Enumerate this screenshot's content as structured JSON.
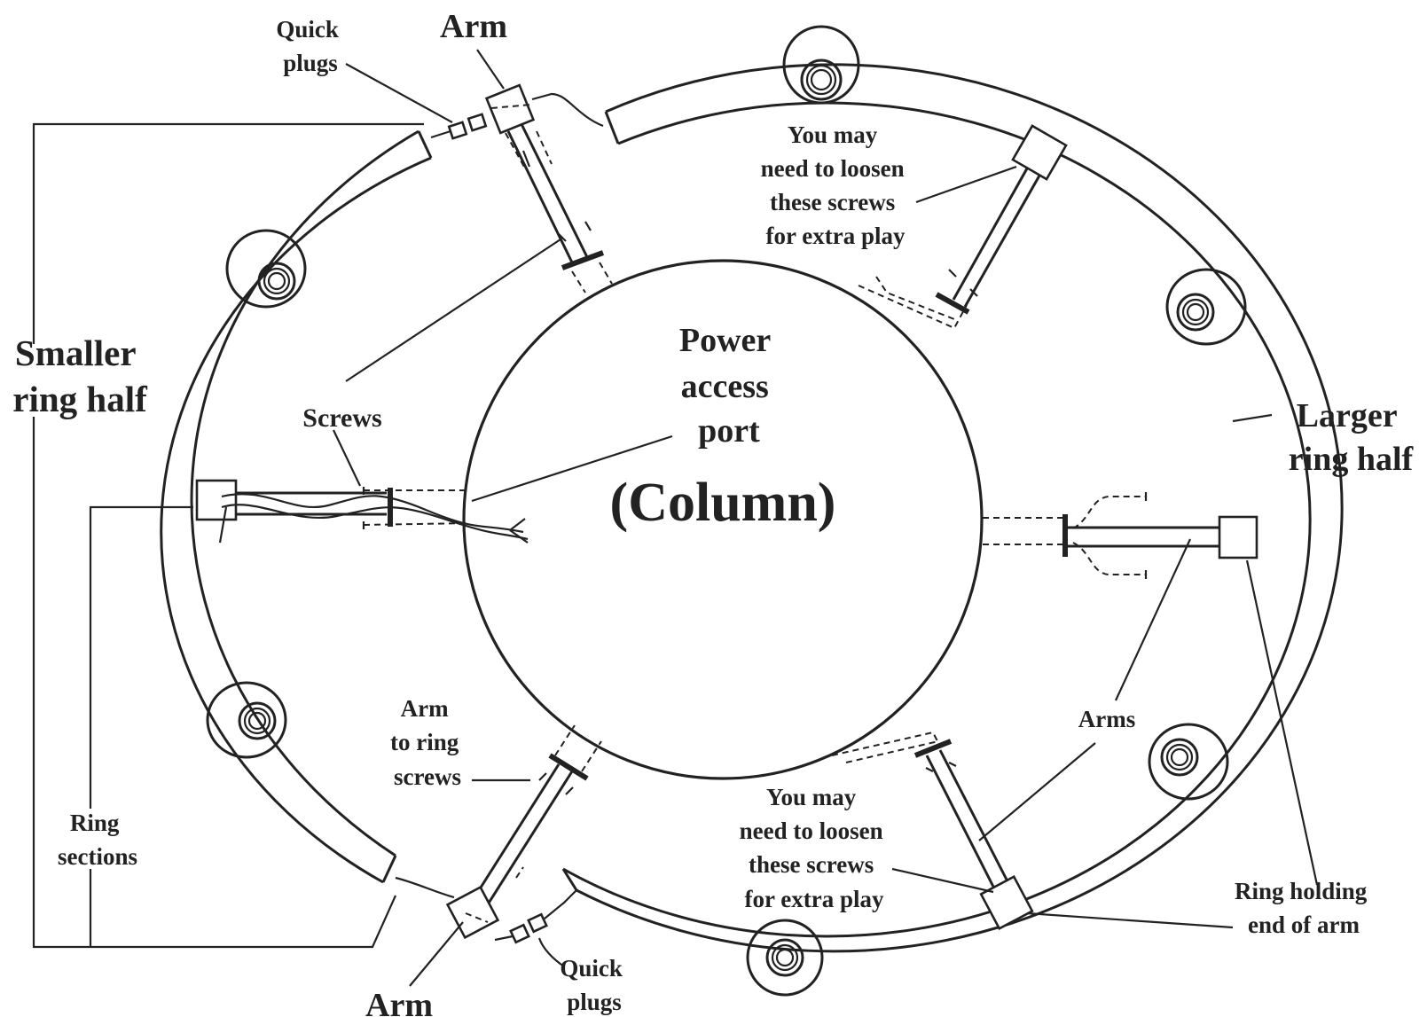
{
  "labels": {
    "arm_top": "Arm",
    "arm_bottom": "Arm",
    "quick_plugs_top": [
      "Quick",
      "plugs"
    ],
    "quick_plugs_bottom": [
      "Quick",
      "plugs"
    ],
    "smaller_ring_half": [
      "Smaller",
      "ring half"
    ],
    "larger_ring_half": [
      "Larger",
      "ring half"
    ],
    "screws": "Screws",
    "power_access_port": [
      "Power",
      "access",
      "port"
    ],
    "column": "(Column)",
    "loosen_top": [
      "You may",
      "need to loosen",
      "these screws",
      "for extra play"
    ],
    "loosen_bottom": [
      "You may",
      "need to loosen",
      "these screws",
      "for extra play"
    ],
    "arm_to_ring_screws": [
      "Arm",
      "to ring",
      "screws"
    ],
    "arms": "Arms",
    "ring_sections": [
      "Ring",
      "sections"
    ],
    "ring_holding_end_of_arm": [
      "Ring holding",
      "end of arm"
    ]
  }
}
